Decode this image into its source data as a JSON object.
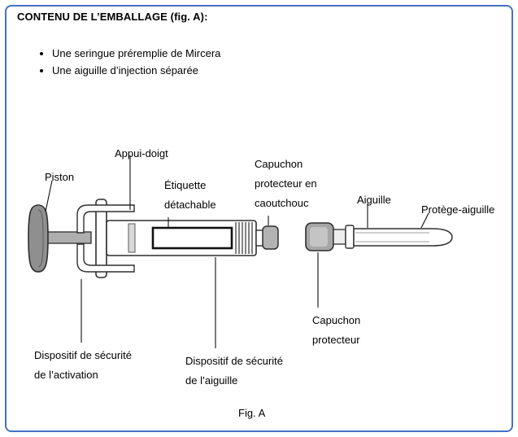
{
  "title": "CONTENU DE L’EMBALLAGE (fig. A):",
  "bullets": [
    "Une seringue préremplie de Mircera",
    "Une aiguille d’injection séparée"
  ],
  "diagram": {
    "labels": {
      "piston": "Piston",
      "appui_doigt": "Appui-doigt",
      "etiquette_detachable": "Étiquette\ndétachable",
      "capuchon_caoutchouc": "Capuchon\nprotecteur en\ncaoutchouc",
      "aiguille": "Aiguille",
      "protege_aiguille": "Protège-aiguille",
      "capuchon_protecteur": "Capuchon\nprotecteur",
      "securite_activation": "Dispositif de sécurité\nde l’activation",
      "securite_aiguille": "Dispositif de sécurité\nde l’aiguille"
    },
    "caption": "Fig. A"
  },
  "colors": {
    "frame_border": "#4472C4",
    "syringe_outline": "#2f2f2f",
    "syringe_gray": "#a6a6a6"
  }
}
